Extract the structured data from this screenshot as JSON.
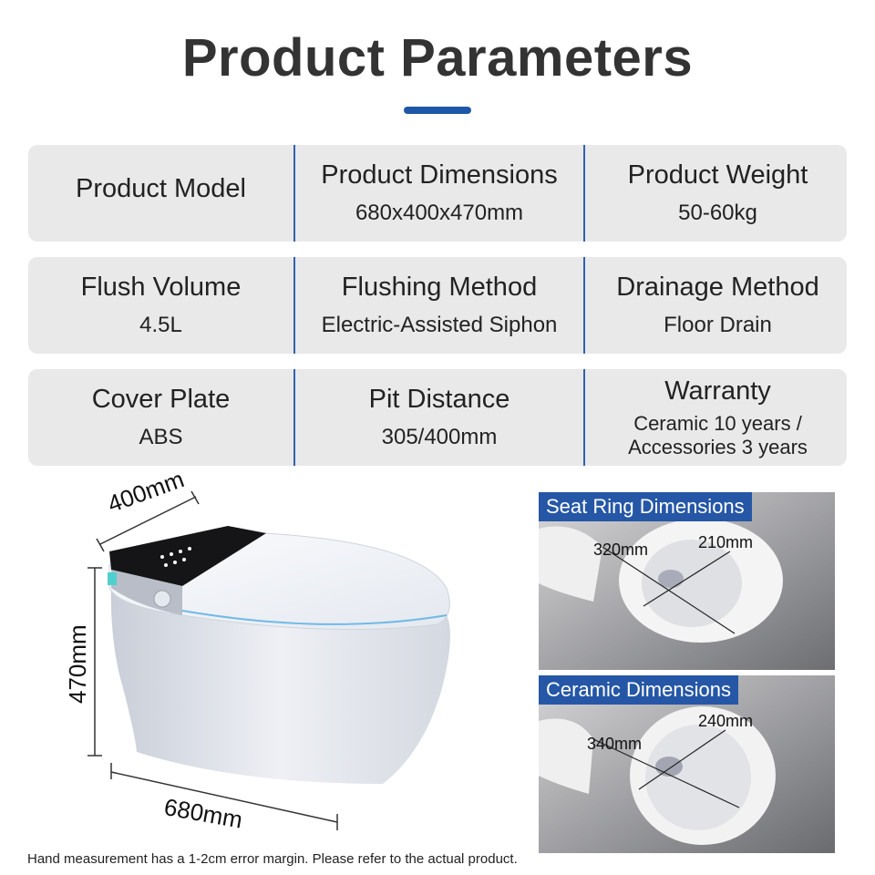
{
  "header": {
    "title": "Product Parameters"
  },
  "params": [
    [
      {
        "label": "Product Model",
        "value": ""
      },
      {
        "label": "Product Dimensions",
        "value": "680x400x470mm"
      },
      {
        "label": "Product Weight",
        "value": "50-60kg"
      }
    ],
    [
      {
        "label": "Flush Volume",
        "value": "4.5L"
      },
      {
        "label": "Flushing Method",
        "value": "Electric-Assisted Siphon"
      },
      {
        "label": "Drainage Method",
        "value": "Floor Drain"
      }
    ],
    [
      {
        "label": "Cover Plate",
        "value": "ABS"
      },
      {
        "label": "Pit Distance",
        "value": "305/400mm"
      },
      {
        "label": "Warranty",
        "value_line1": "Ceramic 10 years /",
        "value_line2": "Accessories 3 years"
      }
    ]
  ],
  "product_diagram": {
    "width_label": "400mm",
    "height_label": "470mm",
    "length_label": "680mm"
  },
  "seat_ring": {
    "title": "Seat Ring Dimensions",
    "length": "320mm",
    "width": "210mm"
  },
  "ceramic": {
    "title": "Ceramic Dimensions",
    "length": "340mm",
    "width": "240mm"
  },
  "footer": {
    "note": "Hand measurement has a 1-2cm error margin. Please refer to the actual product."
  },
  "colors": {
    "accent": "#1f57a8",
    "cell_bg": "#e9e9ea",
    "tag_bg": "#2557a6"
  }
}
